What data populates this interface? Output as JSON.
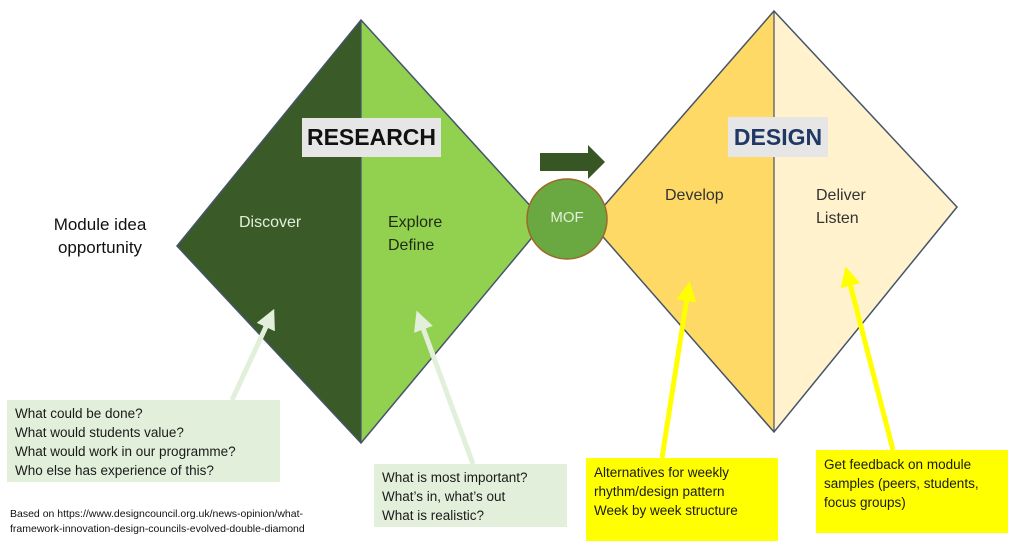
{
  "side_label": [
    "Module idea",
    "opportunity"
  ],
  "research": {
    "title": "RESEARCH",
    "left_phase": [
      "Discover"
    ],
    "right_phase": [
      "Explore",
      "Define"
    ],
    "colors": {
      "left": "#3a5a27",
      "right": "#92d050",
      "title_text": "#111111"
    }
  },
  "bridge": {
    "label": "MOF",
    "circle_color": "#6aa842",
    "circle_border": "#9c6a2a",
    "arrow_color": "#375623"
  },
  "design": {
    "title": "DESIGN",
    "left_phase": [
      "Develop"
    ],
    "right_phase": [
      "Deliver",
      "Listen"
    ],
    "colors": {
      "left": "#ffd966",
      "right": "#fff2cc",
      "title_text": "#1f3864"
    }
  },
  "notes": {
    "discover": [
      "What could be done?",
      "What would students value?",
      "What would work in our programme?",
      "Who else has experience of this?"
    ],
    "define": [
      "What is most important?",
      "What’s in, what’s out",
      "What is realistic?"
    ],
    "develop": [
      "Alternatives for weekly",
      "rhythm/design pattern",
      "Week by week structure"
    ],
    "deliver": [
      "Get feedback on module",
      "samples (peers, students,",
      "focus groups)"
    ]
  },
  "citation": [
    "Based on https://www.designcouncil.org.uk/news-opinion/what-",
    "framework-innovation-design-councils-evolved-double-diamond"
  ]
}
